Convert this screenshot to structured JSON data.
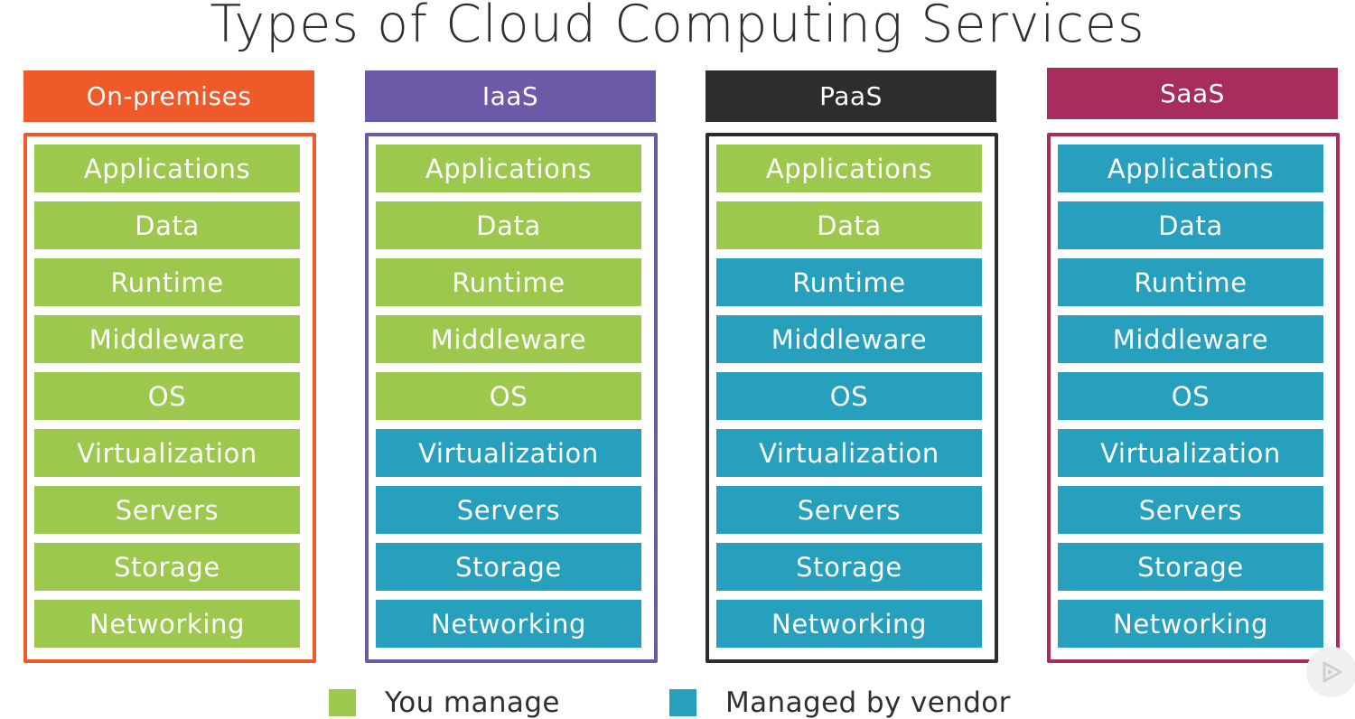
{
  "title": "Types of Cloud Computing Services",
  "colors": {
    "you_manage": "#9cc84e",
    "vendor": "#27a0bd"
  },
  "columns": [
    {
      "name": "On-premises",
      "color": "#ef5a2a",
      "layers": [
        {
          "label": "Applications",
          "managed_by": "you"
        },
        {
          "label": "Data",
          "managed_by": "you"
        },
        {
          "label": "Runtime",
          "managed_by": "you"
        },
        {
          "label": "Middleware",
          "managed_by": "you"
        },
        {
          "label": "OS",
          "managed_by": "you"
        },
        {
          "label": "Virtualization",
          "managed_by": "you"
        },
        {
          "label": "Servers",
          "managed_by": "you"
        },
        {
          "label": "Storage",
          "managed_by": "you"
        },
        {
          "label": "Networking",
          "managed_by": "you"
        }
      ]
    },
    {
      "name": "IaaS",
      "color": "#6b5aa8",
      "layers": [
        {
          "label": "Applications",
          "managed_by": "you"
        },
        {
          "label": "Data",
          "managed_by": "you"
        },
        {
          "label": "Runtime",
          "managed_by": "you"
        },
        {
          "label": "Middleware",
          "managed_by": "you"
        },
        {
          "label": "OS",
          "managed_by": "you"
        },
        {
          "label": "Virtualization",
          "managed_by": "vendor"
        },
        {
          "label": "Servers",
          "managed_by": "vendor"
        },
        {
          "label": "Storage",
          "managed_by": "vendor"
        },
        {
          "label": "Networking",
          "managed_by": "vendor"
        }
      ]
    },
    {
      "name": "PaaS",
      "color": "#2d2d2d",
      "layers": [
        {
          "label": "Applications",
          "managed_by": "you"
        },
        {
          "label": "Data",
          "managed_by": "you"
        },
        {
          "label": "Runtime",
          "managed_by": "vendor"
        },
        {
          "label": "Middleware",
          "managed_by": "vendor"
        },
        {
          "label": "OS",
          "managed_by": "vendor"
        },
        {
          "label": "Virtualization",
          "managed_by": "vendor"
        },
        {
          "label": "Servers",
          "managed_by": "vendor"
        },
        {
          "label": "Storage",
          "managed_by": "vendor"
        },
        {
          "label": "Networking",
          "managed_by": "vendor"
        }
      ]
    },
    {
      "name": "SaaS",
      "color": "#a82d5c",
      "layers": [
        {
          "label": "Applications",
          "managed_by": "vendor"
        },
        {
          "label": "Data",
          "managed_by": "vendor"
        },
        {
          "label": "Runtime",
          "managed_by": "vendor"
        },
        {
          "label": "Middleware",
          "managed_by": "vendor"
        },
        {
          "label": "OS",
          "managed_by": "vendor"
        },
        {
          "label": "Virtualization",
          "managed_by": "vendor"
        },
        {
          "label": "Servers",
          "managed_by": "vendor"
        },
        {
          "label": "Storage",
          "managed_by": "vendor"
        },
        {
          "label": "Networking",
          "managed_by": "vendor"
        }
      ]
    }
  ],
  "legend": {
    "you_manage": "You manage",
    "vendor": "Managed by vendor"
  },
  "corner_icon": "play-icon"
}
